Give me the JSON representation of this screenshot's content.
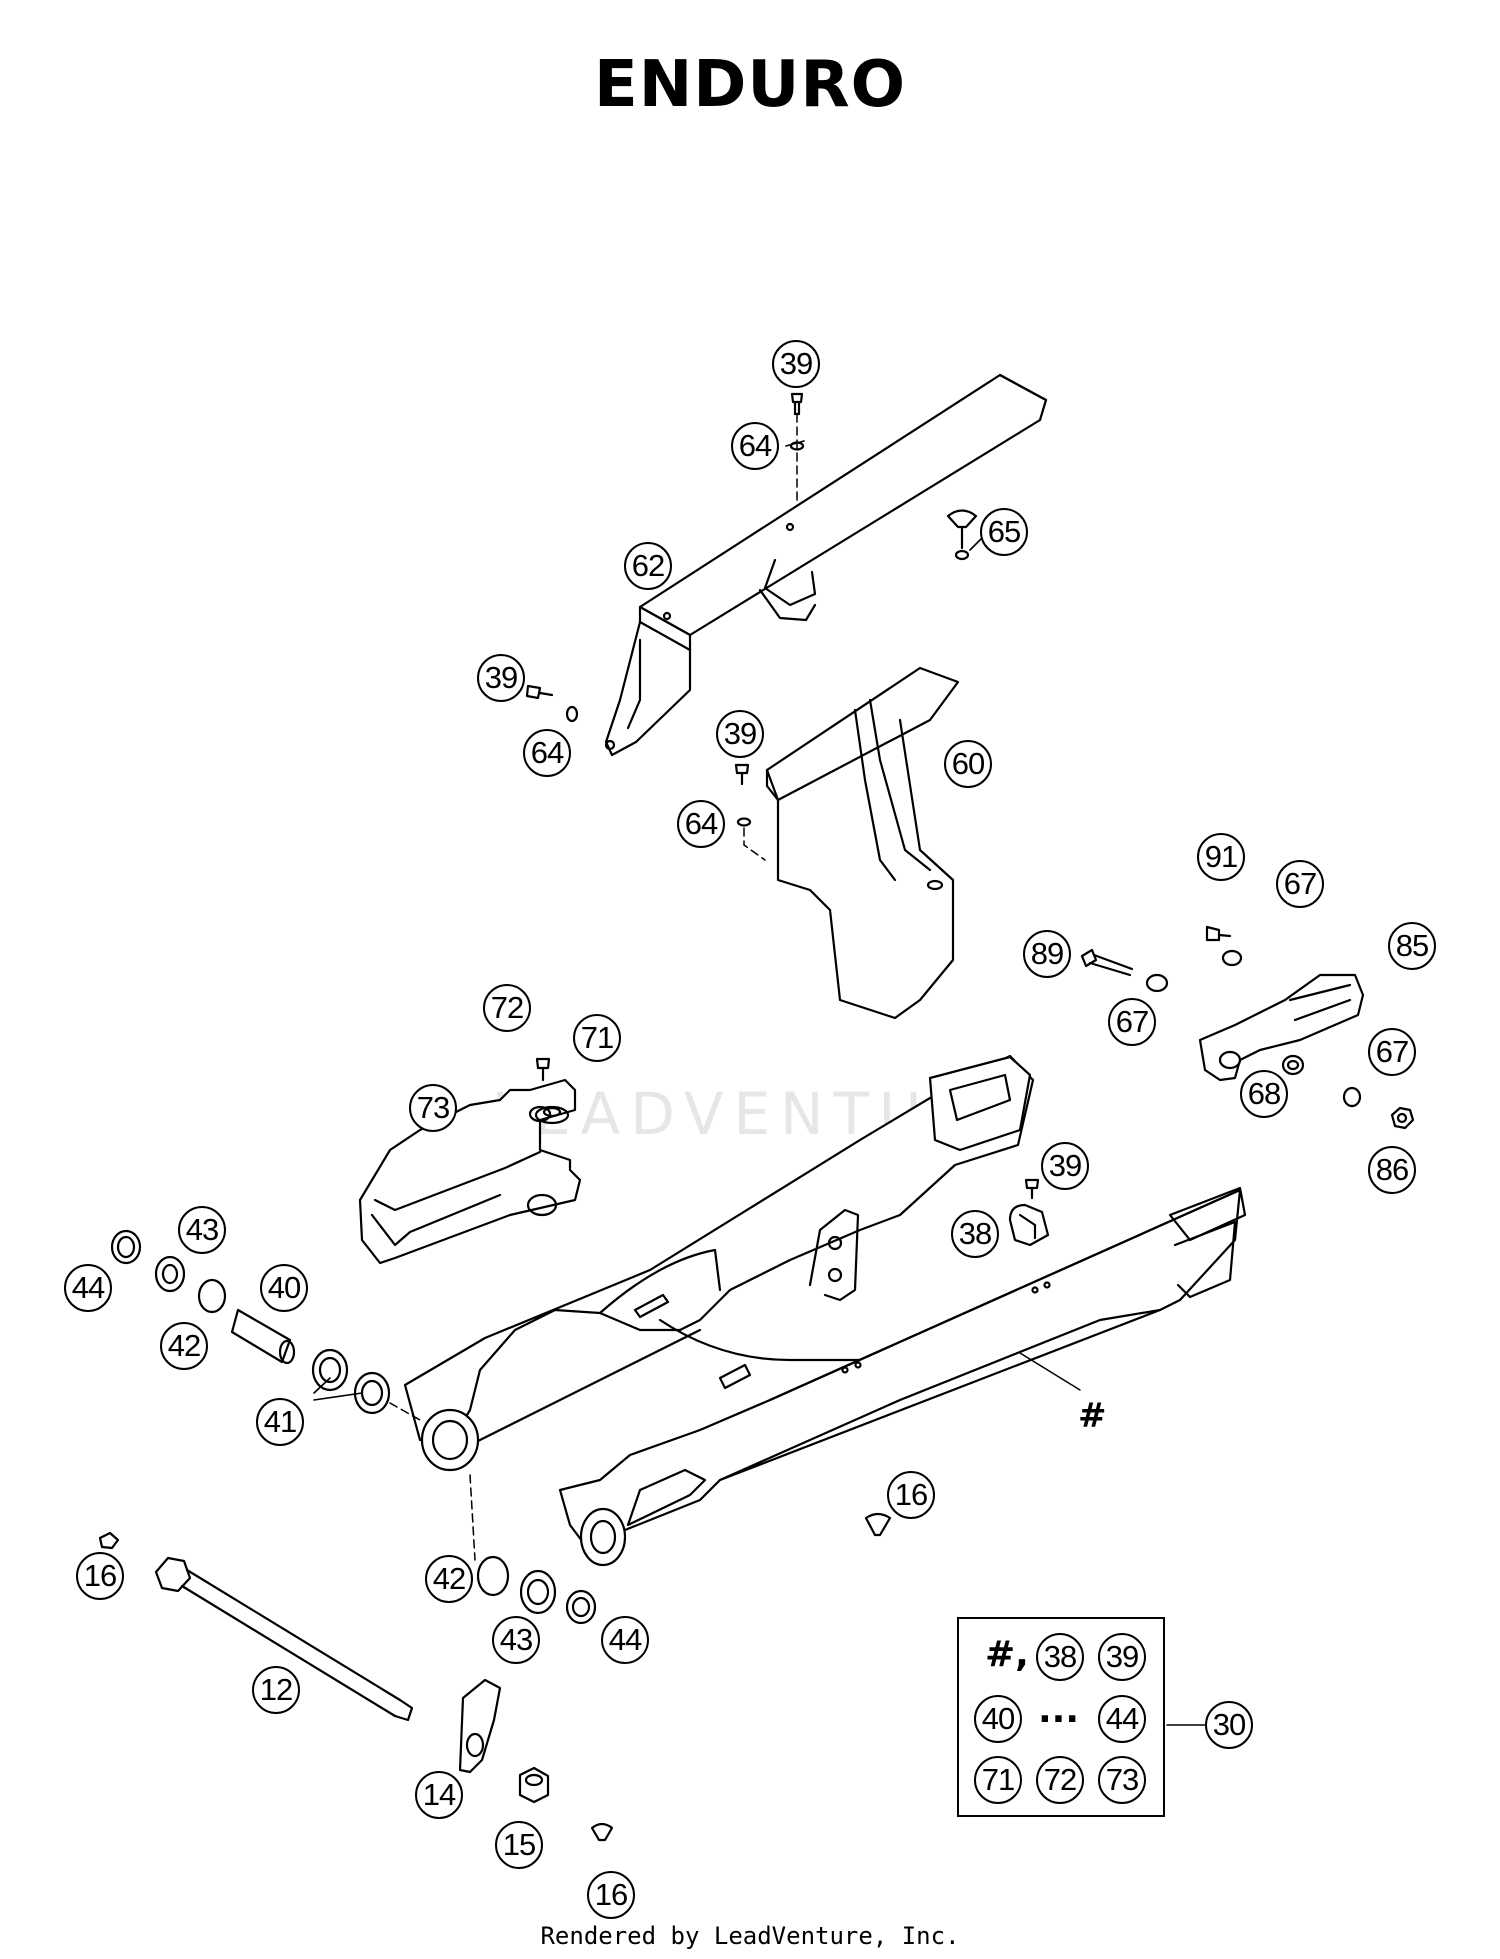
{
  "title": "ENDURO",
  "footer": "Rendered by LeadVenture, Inc.",
  "watermark": "LEADVENTURE",
  "swingarm_mark": "#",
  "kit": {
    "hash_label": "#,",
    "ellipsis": "...",
    "kit_number": "30",
    "members": [
      "38",
      "39",
      "40",
      "44",
      "71",
      "72",
      "73"
    ]
  },
  "callouts": {
    "c39_top": "39",
    "c64_top": "64",
    "c65": "65",
    "c62": "62",
    "c39_left": "39",
    "c64_left": "64",
    "c39_mid": "39",
    "c64_mid": "64",
    "c60": "60",
    "c91": "91",
    "c67_top": "67",
    "c85": "85",
    "c89": "89",
    "c67_mid": "67",
    "c67_right": "67",
    "c68": "68",
    "c86": "86",
    "c72": "72",
    "c71": "71",
    "c73": "73",
    "c39_right": "39",
    "c38": "38",
    "c43_top": "43",
    "c44_left": "44",
    "c40": "40",
    "c42_top": "42",
    "c41": "41",
    "c16_mid": "16",
    "c16_left": "16",
    "c42_bottom": "42",
    "c43_bottom": "43",
    "c44_bottom": "44",
    "c12": "12",
    "c14": "14",
    "c15": "15",
    "c16_bottom": "16"
  }
}
